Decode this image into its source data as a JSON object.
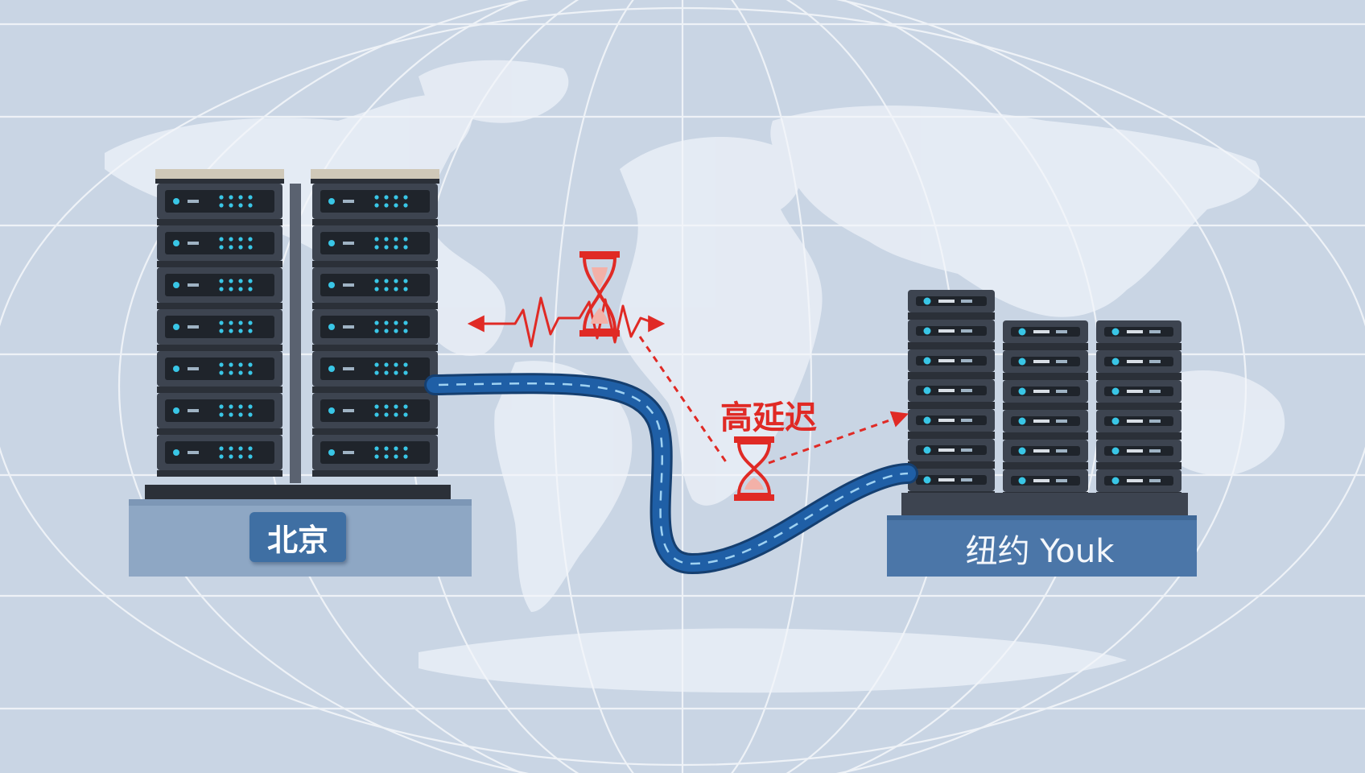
{
  "labels": {
    "beijing": "北京",
    "newyork": "纽约 Youk",
    "latency": "高延迟"
  },
  "icons": {
    "hourglass_top": "hourglass-icon",
    "hourglass_middle": "hourglass-icon",
    "signal_wave": "zigzag-signal-icon",
    "server_rack": "server-rack-icon"
  },
  "colors": {
    "background": "#c9d5e4",
    "map_land": "#e9eef5",
    "grid": "#f2f5f9",
    "cable": "#1d5a9e",
    "cable_dash": "#9fd2f2",
    "latency_red": "#e02a25",
    "rack_body": "#3c4350",
    "rack_led": "#39c6e6",
    "platform": "#8aa3c2",
    "platform_ny": "#4b76a8"
  }
}
